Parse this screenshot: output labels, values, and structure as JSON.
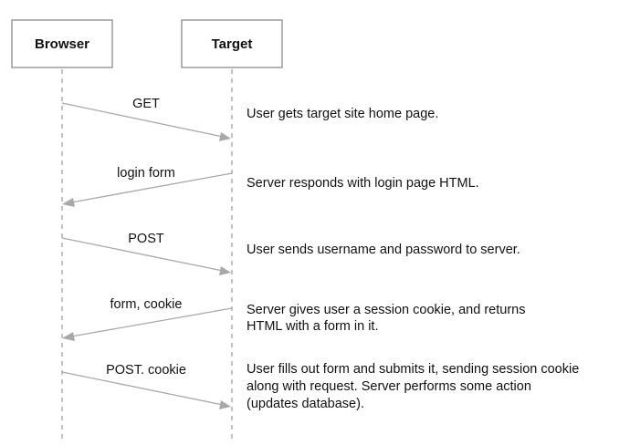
{
  "participants": {
    "browser": "Browser",
    "target": "Target"
  },
  "messages": [
    {
      "label": "GET",
      "direction": "browser-to-target",
      "description": [
        "User gets target site home page."
      ]
    },
    {
      "label": "login form",
      "direction": "target-to-browser",
      "description": [
        "Server responds with login page HTML."
      ]
    },
    {
      "label": "POST",
      "direction": "browser-to-target",
      "description": [
        "User sends username and password to server."
      ]
    },
    {
      "label": "form, cookie",
      "direction": "target-to-browser",
      "description": [
        "Server gives user a session cookie, and returns",
        "HTML with a form in it."
      ]
    },
    {
      "label": "POST. cookie",
      "direction": "browser-to-target",
      "description": [
        "User fills out form and submits it, sending session cookie",
        "along with request. Server performs some action",
        "(updates database)."
      ]
    }
  ],
  "colors": {
    "line": "#a8a8a8",
    "box_border": "#9a9a9a",
    "text": "#111111"
  }
}
